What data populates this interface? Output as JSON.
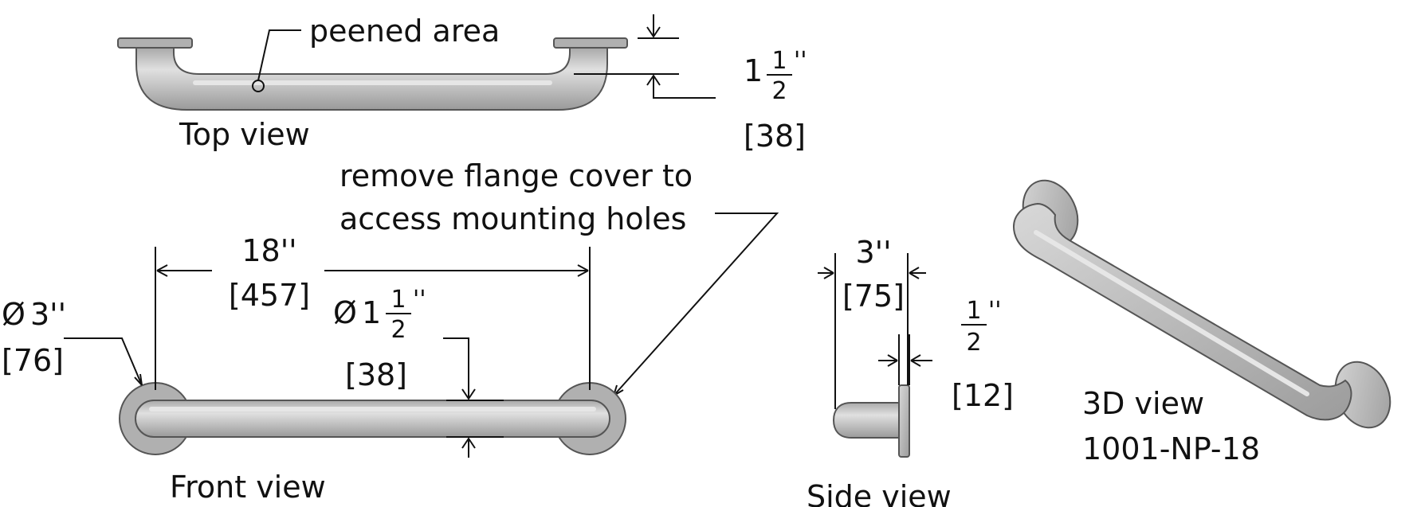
{
  "views": {
    "top": "Top view",
    "front": "Front view",
    "side": "Side view",
    "iso": "3D view",
    "model": "1001-NP-18"
  },
  "notes": {
    "peened": "peened area",
    "flange_line1": "remove flange cover to",
    "flange_line2": "access mounting holes"
  },
  "dimensions": {
    "depth_whole": "1",
    "depth_num": "1",
    "depth_den": "2",
    "depth_unit": "''",
    "depth_mm": "[38]",
    "length_in": "18''",
    "length_mm": "[457]",
    "flange_dia_sym": "Ø",
    "flange_dia_in": "3''",
    "flange_dia_mm": "[76]",
    "bar_dia_sym": "Ø",
    "bar_dia_whole": "1",
    "bar_dia_num": "1",
    "bar_dia_den": "2",
    "bar_dia_unit": "''",
    "bar_dia_mm": "[38]",
    "side_depth_in": "3''",
    "side_depth_mm": "[75]",
    "flange_thk_num": "1",
    "flange_thk_den": "2",
    "flange_thk_unit": "''",
    "flange_thk_mm": "[12]"
  }
}
